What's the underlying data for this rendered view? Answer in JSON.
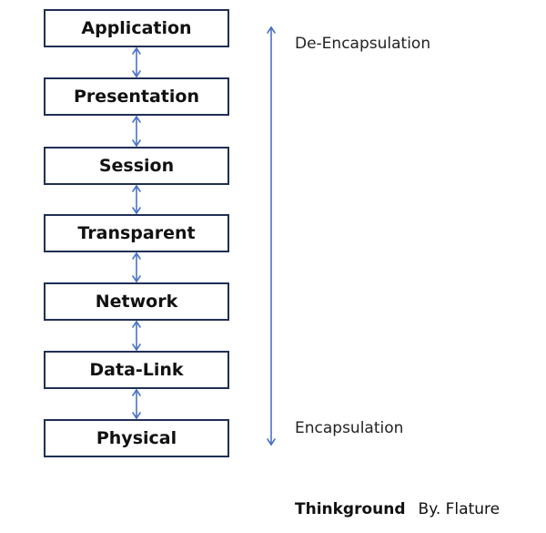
{
  "layers": [
    {
      "label": "Application"
    },
    {
      "label": "Presentation"
    },
    {
      "label": "Session"
    },
    {
      "label": "Transparent"
    },
    {
      "label": "Network"
    },
    {
      "label": "Data-Link"
    },
    {
      "label": "Physical"
    }
  ],
  "direction": {
    "up_label": "De-Encapsulation",
    "down_label": "Encapsulation"
  },
  "footer": {
    "brand": "Thinkground",
    "author": "By. Flature"
  },
  "colors": {
    "box_border": "#1f2f55",
    "connector": "#4a72c4",
    "text": "#111111"
  }
}
